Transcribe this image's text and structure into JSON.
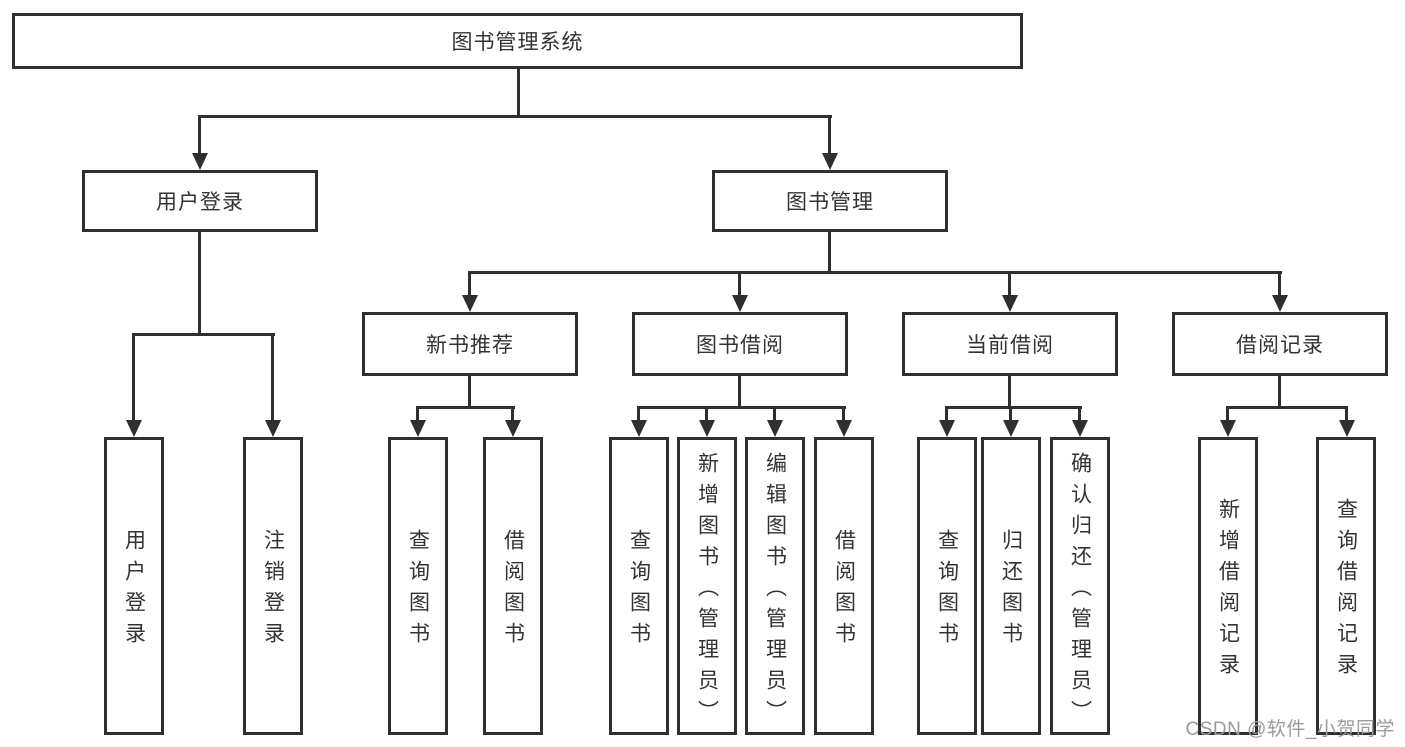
{
  "diagram": {
    "type": "hierarchy-tree",
    "colors": {
      "line": "#2f2f2f",
      "text": "#333333",
      "background": "#ffffff",
      "watermark": "#9b9b9b"
    },
    "watermark": "CSDN @软件_小贺同学",
    "nodes": {
      "root": {
        "label": "图书管理系统"
      },
      "user_login": {
        "label": "用户登录"
      },
      "book_mgmt": {
        "label": "图书管理"
      },
      "new_book_rec": {
        "label": "新书推荐"
      },
      "book_borrow": {
        "label": "图书借阅"
      },
      "current_borrow": {
        "label": "当前借阅"
      },
      "borrow_record": {
        "label": "借阅记录"
      },
      "leaf_user_login": {
        "label": "用户登录"
      },
      "leaf_logout": {
        "label": "注销登录"
      },
      "nbr_query": {
        "label": "查询图书"
      },
      "nbr_borrow": {
        "label": "借阅图书"
      },
      "bb_query": {
        "label": "查询图书"
      },
      "bb_add": {
        "label": "新增图书（管理员）"
      },
      "bb_edit": {
        "label": "编辑图书（管理员）"
      },
      "bb_borrow": {
        "label": "借阅图书"
      },
      "cb_query": {
        "label": "查询图书"
      },
      "cb_return": {
        "label": "归还图书"
      },
      "cb_confirm": {
        "label": "确认归还（管理员）"
      },
      "br_add": {
        "label": "新增借阅记录"
      },
      "br_query": {
        "label": "查询借阅记录"
      }
    },
    "hierarchy": {
      "图书管理系统": {
        "用户登录": [
          "用户登录",
          "注销登录"
        ],
        "图书管理": {
          "新书推荐": [
            "查询图书",
            "借阅图书"
          ],
          "图书借阅": [
            "查询图书",
            "新增图书（管理员）",
            "编辑图书（管理员）",
            "借阅图书"
          ],
          "当前借阅": [
            "查询图书",
            "归还图书",
            "确认归还（管理员）"
          ],
          "借阅记录": [
            "新增借阅记录",
            "查询借阅记录"
          ]
        }
      }
    }
  }
}
